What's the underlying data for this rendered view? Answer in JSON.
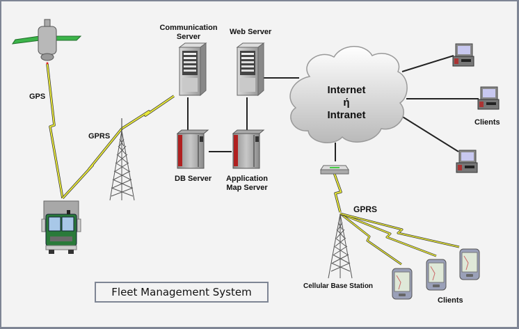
{
  "title": "Fleet Management System",
  "colors": {
    "frame": "#7e8594",
    "background": "#f3f3f3",
    "signal": "#e8e83a",
    "vehicle": "#2a7a3a",
    "db_server": "#b02020"
  },
  "labels": {
    "gps": "GPS",
    "gprs_left": "GPRS",
    "gprs_right": "GPRS",
    "communication_server_line1": "Communication",
    "communication_server_line2": "Server",
    "web_server": "Web Server",
    "db_server": "DB Server",
    "app_map_server_line1": "Application",
    "app_map_server_line2": "Map Server",
    "internet_line1": "Internet",
    "internet_line2": "ή",
    "internet_line3": "Intranet",
    "clients_desktop": "Clients",
    "clients_mobile": "Clients",
    "cellular_base_station": "Cellular Base Station"
  },
  "nodes": [
    {
      "id": "satellite",
      "icon": "satellite-icon"
    },
    {
      "id": "truck",
      "icon": "truck-icon"
    },
    {
      "id": "tower-left",
      "icon": "cell-tower-icon"
    },
    {
      "id": "communication-server",
      "icon": "server-tower-icon"
    },
    {
      "id": "web-server",
      "icon": "server-tower-icon"
    },
    {
      "id": "db-server",
      "icon": "mainframe-icon"
    },
    {
      "id": "app-map-server",
      "icon": "mainframe-icon"
    },
    {
      "id": "cloud",
      "icon": "cloud-icon"
    },
    {
      "id": "router",
      "icon": "router-icon"
    },
    {
      "id": "desktop-client-1",
      "icon": "desktop-computer-icon"
    },
    {
      "id": "desktop-client-2",
      "icon": "desktop-computer-icon"
    },
    {
      "id": "desktop-client-3",
      "icon": "desktop-computer-icon"
    },
    {
      "id": "tower-right",
      "icon": "cell-tower-icon"
    },
    {
      "id": "pda-client-1",
      "icon": "pda-icon"
    },
    {
      "id": "pda-client-2",
      "icon": "pda-icon"
    },
    {
      "id": "pda-client-3",
      "icon": "pda-icon"
    }
  ]
}
